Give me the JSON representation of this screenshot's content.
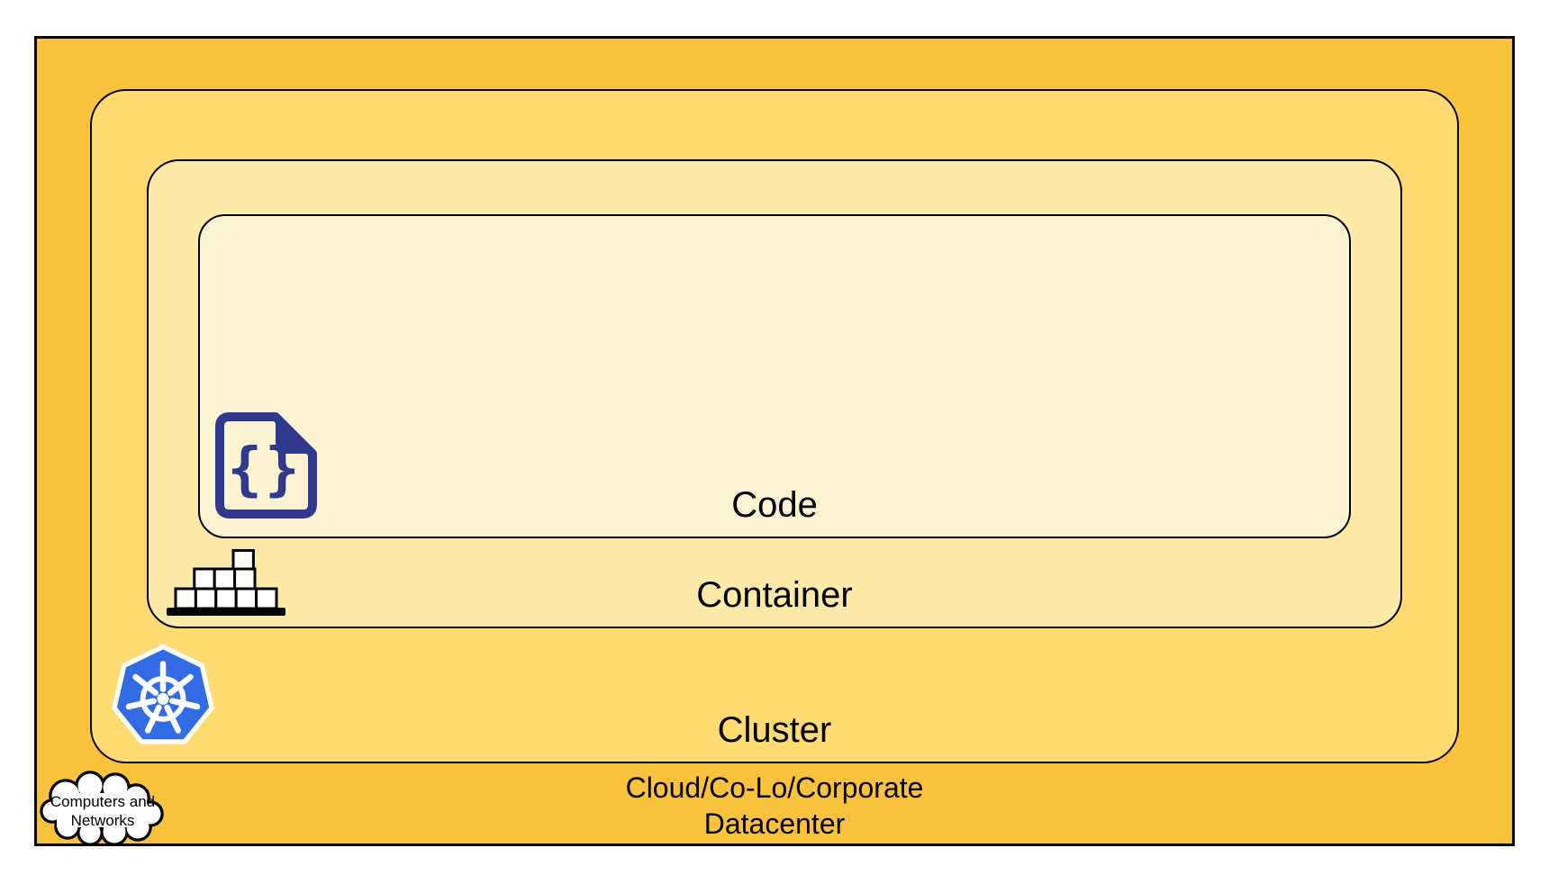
{
  "layers": {
    "code": {
      "label": "Code"
    },
    "container": {
      "label": "Container"
    },
    "cluster": {
      "label": "Cluster"
    },
    "datacenter": {
      "line1": "Cloud/Co-Lo/Corporate",
      "line2": "Datacenter"
    }
  },
  "cloud": {
    "line1": "Computers and",
    "line2": "Networks"
  },
  "icons": {
    "code_file": {
      "name": "code-file-icon",
      "braces": "{}"
    },
    "container_blocks": {
      "name": "container-blocks-icon"
    },
    "kubernetes": {
      "name": "kubernetes-icon"
    },
    "cloud": {
      "name": "cloud-icon"
    }
  },
  "colors": {
    "datacenter-fill": "#FAC23C",
    "cluster-fill": "#FFDB72",
    "container-fill": "#FDE9A8",
    "code-fill": "#FCF3D3",
    "border": "#000000",
    "code-icon": "#2F3A8C",
    "kubernetes-blue": "#326CE5",
    "block-fill": "#FFFFFF",
    "text": "#000000"
  }
}
